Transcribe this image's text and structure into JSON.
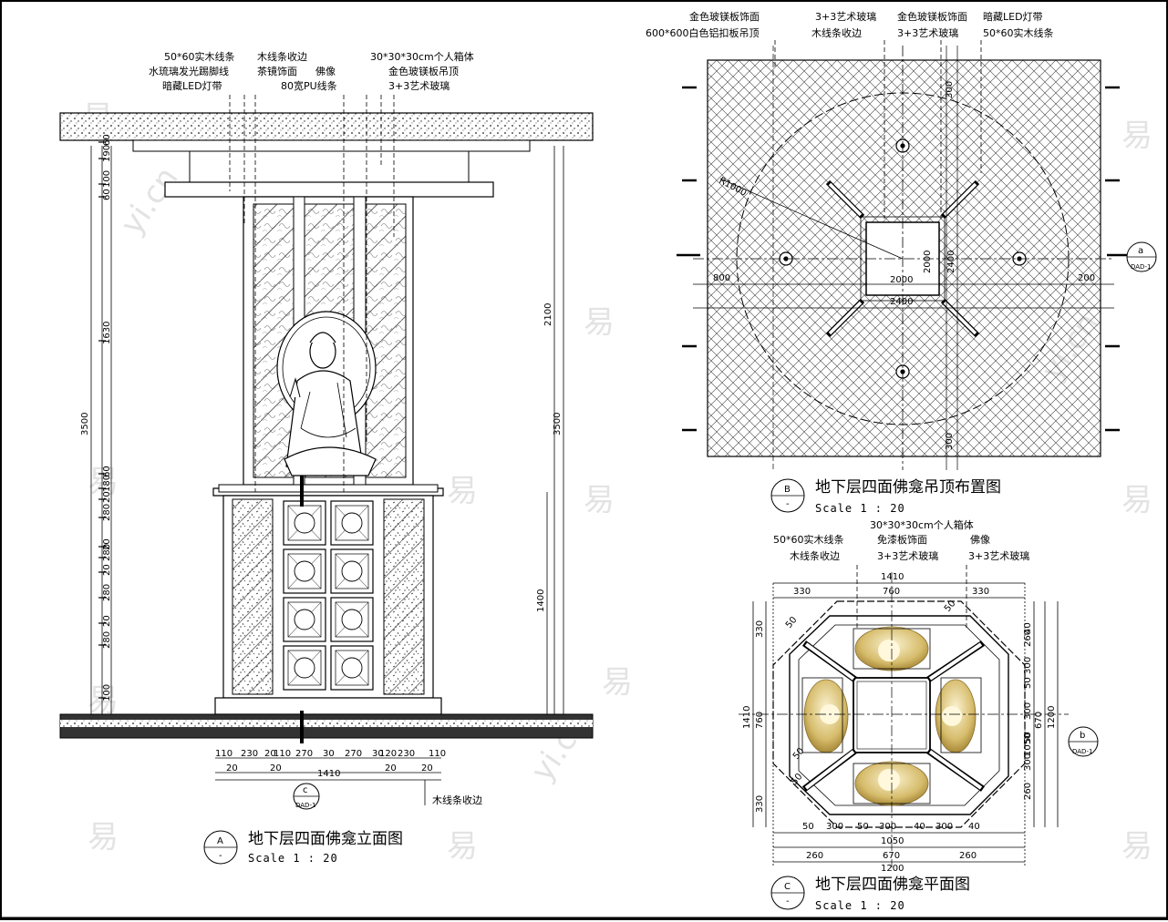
{
  "watermark": {
    "glyph": "易",
    "url": "yi.cn"
  },
  "elevation": {
    "title": "地下层四面佛龛立面图",
    "scale": "Scale 1 : 20",
    "marker": {
      "top": "A",
      "bottom": "-"
    },
    "notes_left": [
      "50*60实木线条",
      "水琉璃发光踢脚线",
      "暗藏LED灯带"
    ],
    "notes_mid": [
      "木线条收边",
      "茶镜饰面",
      "佛像",
      "80宽PU线条"
    ],
    "notes_right": [
      "30*30*30cm个人箱体",
      "金色玻镁板吊顶",
      "3+3艺术玻璃"
    ],
    "left_dims": [
      "60",
      "190",
      "100",
      "60",
      "1630",
      "60",
      "180",
      "20",
      "280",
      "20",
      "280",
      "20",
      "280",
      "20",
      "280",
      "100"
    ],
    "overall_left": "3500",
    "right_dims": [
      "2100",
      "3500",
      "1400"
    ],
    "bottom_dims_1": [
      "110",
      "230",
      "20",
      "110",
      "270",
      "30",
      "270",
      "30",
      "120",
      "230",
      "110"
    ],
    "bottom_dims_2": [
      "20",
      "20",
      "20",
      "20"
    ],
    "bottom_total": "1410",
    "section_tag": {
      "top": "c",
      "bottom": "DAD-1"
    },
    "bottom_note": "木线条收边"
  },
  "ceiling": {
    "title": "地下层四面佛龛吊顶布置图",
    "scale": "Scale 1 : 20",
    "marker": {
      "top": "B",
      "bottom": "-"
    },
    "notes": [
      "金色玻镁板饰面",
      "600*600白色铝扣板吊顶",
      "3+3艺术玻璃",
      "木线条收边",
      "金色玻镁板饰面",
      "3+3艺术玻璃",
      "暗藏LED灯带",
      "50*60实木线条"
    ],
    "radius": "R1000",
    "dims": [
      "2000",
      "2000",
      "2400",
      "2400",
      "300",
      "300",
      "800",
      "200"
    ],
    "section_tag": {
      "top": "a",
      "bottom": "DAD-1"
    }
  },
  "plan": {
    "title": "地下层四面佛龛平面图",
    "scale": "Scale 1 : 20",
    "marker": {
      "top": "C",
      "bottom": "-"
    },
    "notes": [
      "30*30*30cm个人箱体",
      "50*60实木线条",
      "免漆板饰面",
      "佛像",
      "木线条收边",
      "3+3艺术玻璃",
      "3+3艺术玻璃"
    ],
    "top_dims": [
      "1410",
      "330",
      "760",
      "330"
    ],
    "left_dims": [
      "330",
      "1410",
      "760",
      "330"
    ],
    "right_dims": [
      "40",
      "260",
      "300",
      "50",
      "300",
      "50",
      "300",
      "260",
      "670",
      "1050",
      "1200"
    ],
    "bottom_dims_1": [
      "50",
      "300",
      "50",
      "300",
      "40",
      "300",
      "40"
    ],
    "bottom_dims_2": [
      "1050",
      "670",
      "260",
      "260",
      "1200"
    ],
    "diag_dims": [
      "50",
      "50",
      "50",
      "50"
    ],
    "section_tag": {
      "top": "b",
      "bottom": "DAD-1"
    }
  }
}
